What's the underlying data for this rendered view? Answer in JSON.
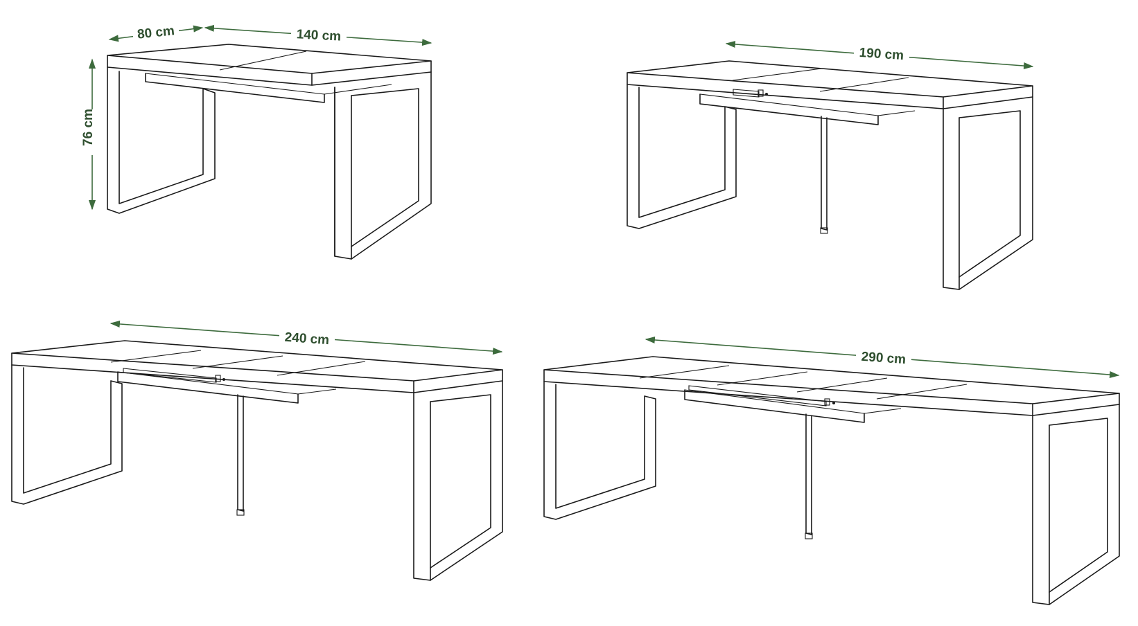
{
  "colors": {
    "dimension": "#3d6b3d",
    "dimension_text": "#2f4f2f",
    "line": "#1a1a1a",
    "background": "#ffffff"
  },
  "tables": [
    {
      "id": "table-140",
      "dimensions": {
        "depth": "80 cm",
        "length": "140 cm",
        "height": "76 cm"
      }
    },
    {
      "id": "table-190",
      "dimensions": {
        "length": "190 cm"
      }
    },
    {
      "id": "table-240",
      "dimensions": {
        "length": "240 cm"
      }
    },
    {
      "id": "table-290",
      "dimensions": {
        "length": "290 cm"
      }
    }
  ]
}
